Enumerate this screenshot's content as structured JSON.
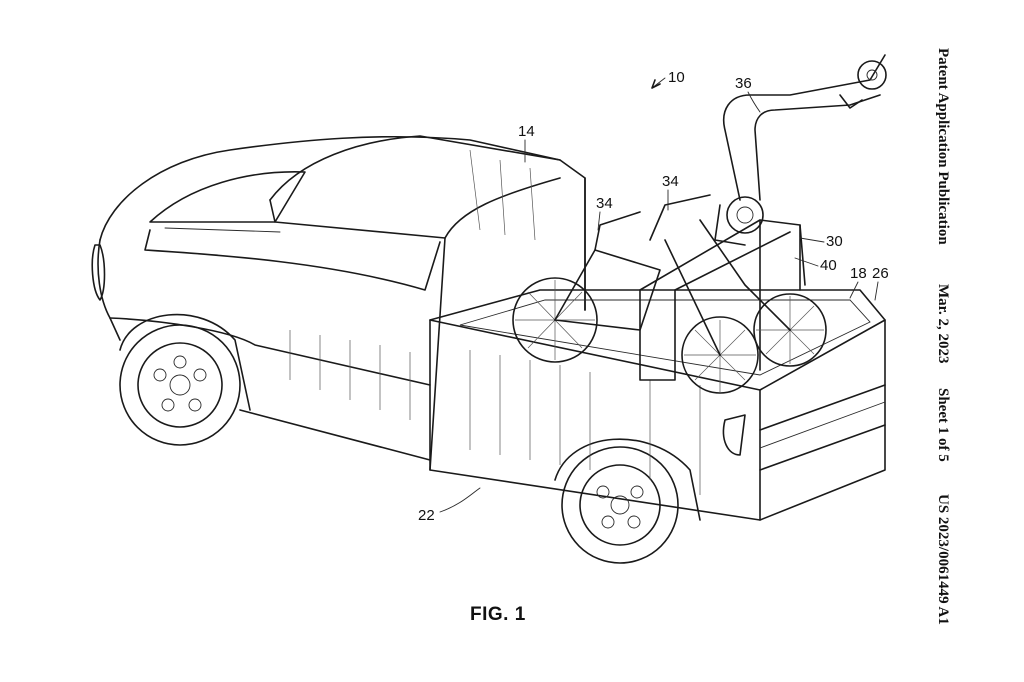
{
  "header": {
    "publication_type": "Patent Application Publication",
    "date": "Mar. 2, 2023",
    "sheet": "Sheet 1 of 5",
    "publication_number": "US 2023/0061449 A1"
  },
  "figure": {
    "caption": "FIG. 1",
    "reference_numerals": {
      "vehicle": "10",
      "cab": "14",
      "bed": "18",
      "side_wall": "22",
      "tailgate": "26",
      "rack": "30",
      "bicycle_a": "34",
      "bicycle_b": "34",
      "arm": "36",
      "rack_post": "40"
    }
  }
}
